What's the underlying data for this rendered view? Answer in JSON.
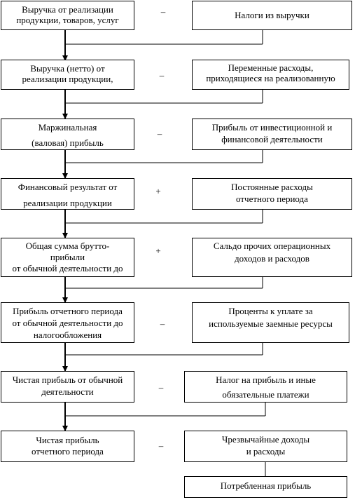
{
  "left_boxes": [
    {
      "lines": [
        "Выручка от реализации",
        "продукции, товаров, услуг"
      ]
    },
    {
      "lines": [
        "Выручка (нетто) от",
        "реализации продукции,"
      ]
    },
    {
      "lines": [
        "Маржинальная",
        "(валовая) прибыль"
      ]
    },
    {
      "lines": [
        "Финансовый результат от",
        "реализации продукции"
      ]
    },
    {
      "lines": [
        "Общая сумма брутто-",
        "прибыли",
        "от обычной деятельности до"
      ]
    },
    {
      "lines": [
        "Прибыль отчетного периода",
        "от обычной деятельности до",
        "налогообложения"
      ]
    },
    {
      "lines": [
        "Чистая прибыль от обычной",
        "деятельности"
      ]
    },
    {
      "lines": [
        "Чистая прибыль",
        "отчетного периода"
      ]
    }
  ],
  "operators": [
    "–",
    "–",
    "–",
    "+",
    "+",
    "–",
    "–",
    "–"
  ],
  "right_boxes": [
    {
      "lines": [
        "Налоги из выручки"
      ]
    },
    {
      "lines": [
        "Переменные расходы,",
        "приходящиеся на реализованную"
      ]
    },
    {
      "lines": [
        "Прибыль от инвестиционной и",
        "финансовой деятельности"
      ]
    },
    {
      "lines": [
        "Постоянные расходы",
        "отчетного периода"
      ]
    },
    {
      "lines": [
        "Сальдо прочих операционных",
        "доходов и расходов"
      ]
    },
    {
      "lines": [
        "Проценты к уплате за",
        "используемые заемные ресурсы"
      ]
    },
    {
      "lines": [
        "Налог на прибыль и иные",
        "обязательные платежи"
      ]
    },
    {
      "lines": [
        "Чрезвычайные доходы",
        "и расходы"
      ]
    },
    {
      "lines": [
        "Потребленная прибыль"
      ]
    }
  ]
}
